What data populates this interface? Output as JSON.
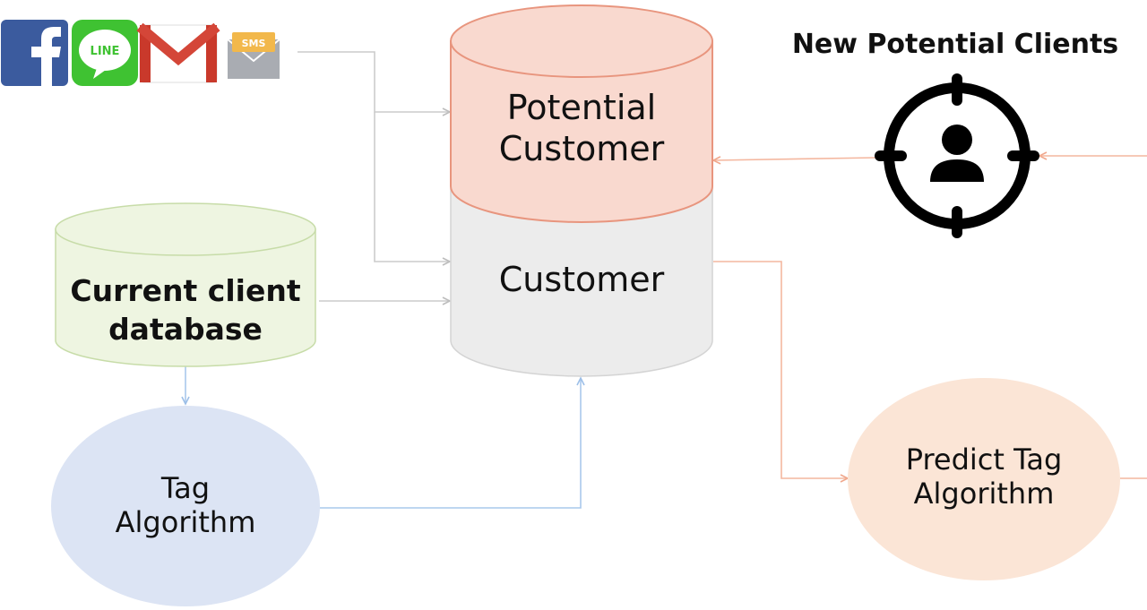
{
  "header": {
    "title": "New Potential Clients"
  },
  "channels": {
    "icons": [
      "facebook-icon",
      "line-icon",
      "gmail-icon",
      "sms-icon"
    ],
    "line_text": "LINE",
    "sms_text": "SMS"
  },
  "nodes": {
    "potential_customer": {
      "line1": "Potential",
      "line2": "Customer"
    },
    "customer": {
      "label": "Customer"
    },
    "current_client_db": {
      "line1": "Current client",
      "line2": "database"
    },
    "tag_algorithm": {
      "line1": "Tag",
      "line2": "Algorithm"
    },
    "predict_tag_algorithm": {
      "line1": "Predict Tag",
      "line2": "Algorithm"
    }
  },
  "colors": {
    "potential_fill": "#f9d9cf",
    "potential_stroke": "#e8957e",
    "customer_fill": "#ececec",
    "customer_stroke": "#c8c8c8",
    "client_db_fill": "#eef5e1",
    "client_db_stroke": "#c7dca8",
    "tag_fill": "#dce4f4",
    "predict_fill": "#fbe5d6",
    "arrow_gray": "#c9c9c9",
    "arrow_orange": "#f4b79f",
    "arrow_blue": "#a9c8ec",
    "target_icon": "#000000"
  }
}
